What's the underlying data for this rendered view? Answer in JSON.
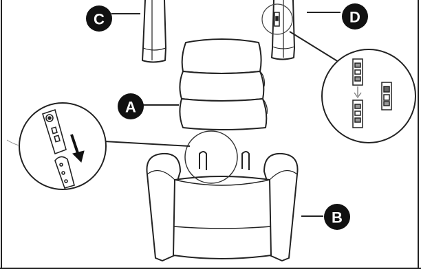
{
  "labels": {
    "a": "A",
    "b": "B",
    "c": "C",
    "d": "D"
  },
  "colors": {
    "ink": "#111111",
    "line": "#222222",
    "fill": "#ffffff"
  }
}
